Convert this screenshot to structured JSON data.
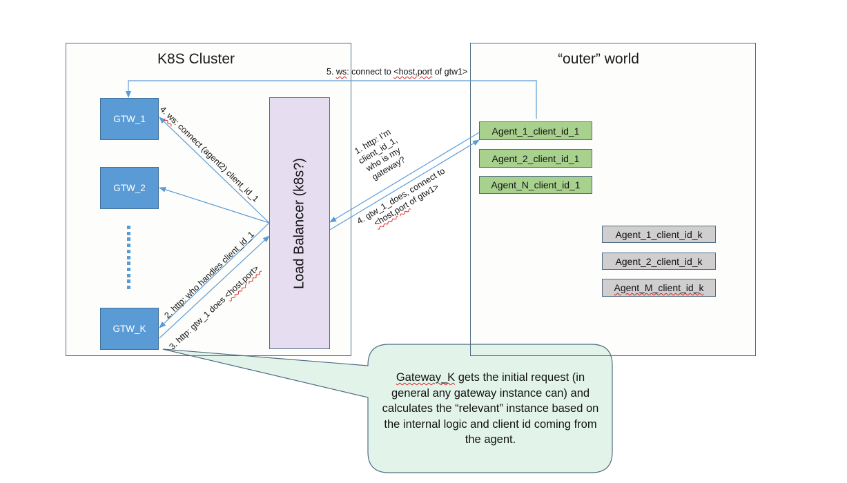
{
  "regions": {
    "k8s": {
      "title": "K8S Cluster"
    },
    "outer": {
      "title": "“outer” world"
    }
  },
  "gateways": [
    {
      "id": "gtw1",
      "label": "GTW_1"
    },
    {
      "id": "gtw2",
      "label": "GTW_2"
    },
    {
      "id": "gtwk",
      "label": "GTW_K"
    }
  ],
  "load_balancer": {
    "label": "Load Balancer (k8s?)"
  },
  "agents_group_1": [
    {
      "label": "Agent_1_client_id_1"
    },
    {
      "label": "Agent_2_client_id_1"
    },
    {
      "label": "Agent_N_client_id_1"
    }
  ],
  "agents_group_k": [
    {
      "label": "Agent_1_client_id_k"
    },
    {
      "label": "Agent_2_client_id_k"
    },
    {
      "label": "Agent_M_client_id_k"
    }
  ],
  "arrows": {
    "step1": {
      "lines": [
        "1. http: I’m",
        "client_id_1,",
        "who is my",
        "gateway?"
      ]
    },
    "step2": {
      "prefix": "2. http:  who handles client_id_1"
    },
    "step3": {
      "prefix": "3. http:  gtw_1 does ",
      "squiggle": "<host.port>"
    },
    "step4_internal": {
      "prefix": "4. ",
      "squiggle": "ws",
      "suffix": ": connect (agent2) client_id_1"
    },
    "step4_external": {
      "line1": "4. gtw_1_does, connect to",
      "line2_squiggle": "<host,port",
      "line2_suffix": " of gtw1>"
    },
    "step5": {
      "prefix": "5. ",
      "squiggle1": "ws",
      "middle": ": connect to ",
      "squiggle2": "<host,port",
      "suffix": " of gtw1>"
    }
  },
  "callout": {
    "squiggle": "Gateway_K",
    "text": " gets the initial request (in general any gateway instance can) and calculates the “relevant” instance based on the internal logic and client id coming from the agent."
  },
  "colors": {
    "gateway": "#5b9bd5",
    "load_balancer": "#e6ddf0",
    "agent_group_1": "#a9d18e",
    "agent_group_k": "#d0cece",
    "callout": "#e2f4ea",
    "arrow": "#5b9bd5"
  }
}
